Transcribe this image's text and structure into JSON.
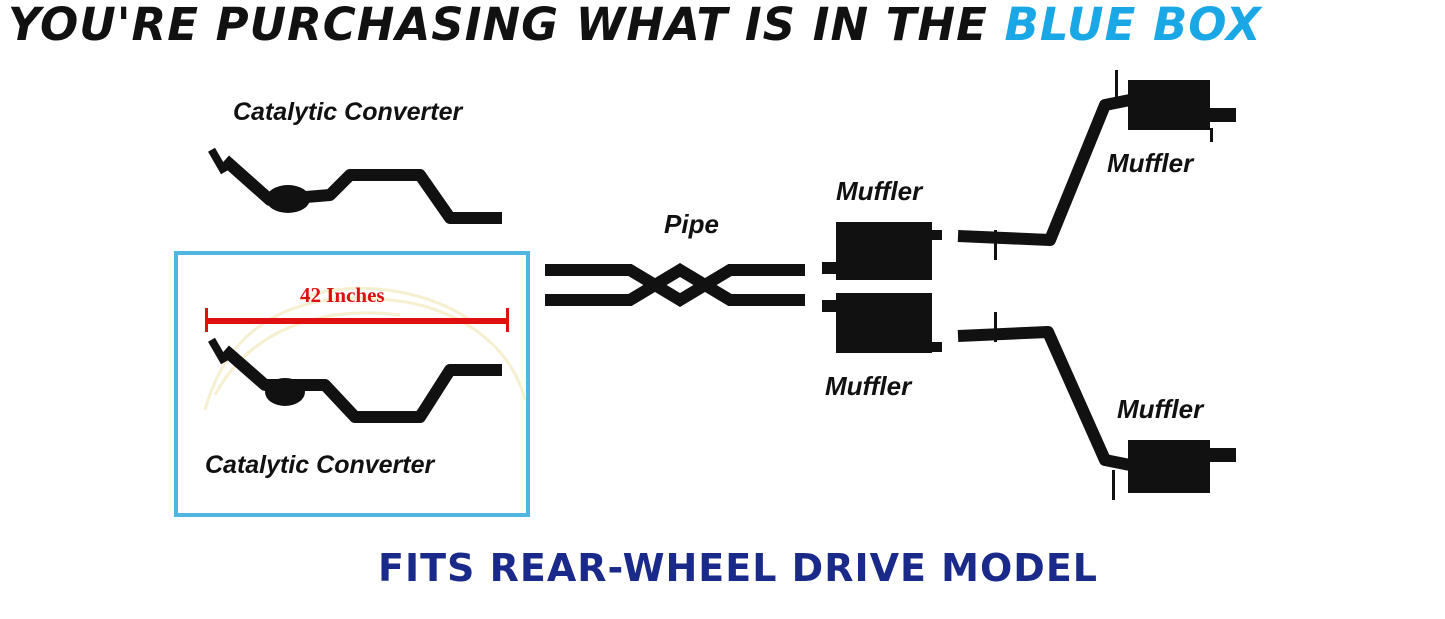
{
  "header": {
    "title_main": "YOU'RE PURCHASING WHAT IS IN THE ",
    "title_highlight": "BLUE BOX"
  },
  "labels": {
    "cat_top": "Catalytic Converter",
    "cat_bottom": "Catalytic Converter",
    "pipe": "Pipe",
    "muffler_mid_top": "Muffler",
    "muffler_mid_bottom": "Muffler",
    "muffler_right_top": "Muffler",
    "muffler_right_bottom": "Muffler"
  },
  "measurement": {
    "length_label": "42 Inches"
  },
  "footer": {
    "text": "FITS REAR-WHEEL DRIVE MODEL"
  },
  "colors": {
    "highlight_blue": "#1aa7e6",
    "box_border": "#4fb6e0",
    "measure_red": "#e01010",
    "footer_navy": "#1a2a8a"
  }
}
